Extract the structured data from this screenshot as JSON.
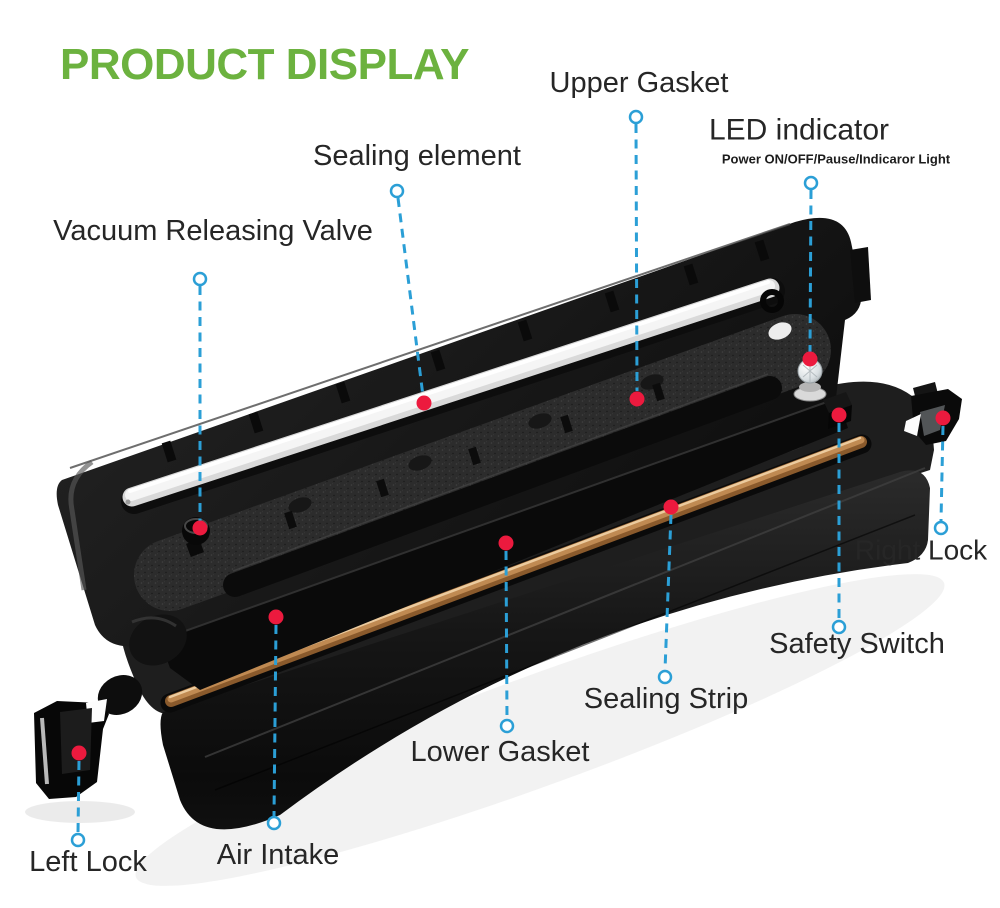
{
  "header": {
    "title": "PRODUCT DISPLAY"
  },
  "product": {
    "type": "vacuum-sealer-machine"
  },
  "colors": {
    "title_green": "#6cb23f",
    "leader_blue": "#2b9fd6",
    "marker_red": "#ec1a3e",
    "label_text": "#262626",
    "machine_black": "#151515",
    "sealing_element_white": "#f5f5f5",
    "sealing_strip_copper": "#c08a52",
    "background": "#ffffff"
  },
  "callouts": [
    {
      "id": "upper-gasket",
      "label": "Upper Gasket"
    },
    {
      "id": "led-indicator",
      "label": "LED indicator",
      "sublabel": "Power ON/OFF/Pause/Indicaror Light"
    },
    {
      "id": "sealing-element",
      "label": "Sealing element"
    },
    {
      "id": "vacuum-releasing-valve",
      "label": "Vacuum Releasing Valve"
    },
    {
      "id": "right-lock",
      "label": "Right Lock"
    },
    {
      "id": "safety-switch",
      "label": "Safety Switch"
    },
    {
      "id": "sealing-strip",
      "label": "Sealing Strip"
    },
    {
      "id": "lower-gasket",
      "label": "Lower Gasket"
    },
    {
      "id": "air-intake",
      "label": "Air Intake"
    },
    {
      "id": "left-lock",
      "label": "Left Lock"
    }
  ]
}
